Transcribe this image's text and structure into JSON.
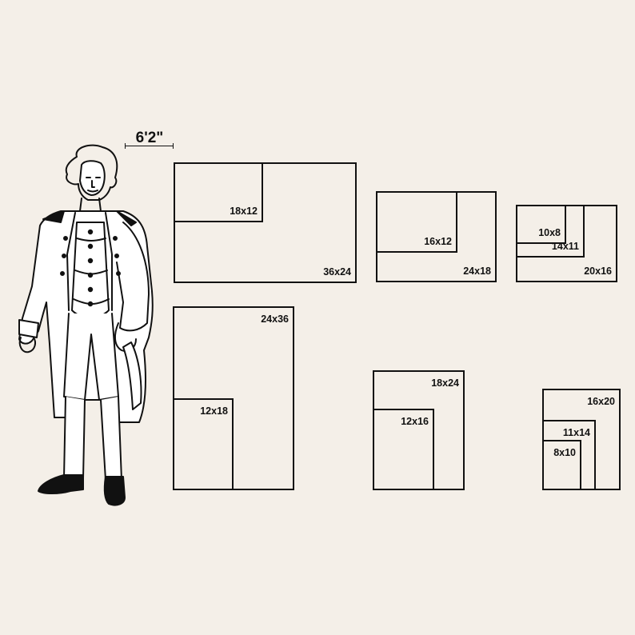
{
  "figure": {
    "height_label": "6'2\""
  },
  "groups": [
    {
      "name": "36x24",
      "frames": [
        {
          "label": "36x24",
          "label_pos": "bottom-right"
        },
        {
          "label": "18x12",
          "label_pos": "bottom-right"
        }
      ]
    },
    {
      "name": "24x18",
      "frames": [
        {
          "label": "24x18",
          "label_pos": "bottom-right"
        },
        {
          "label": "16x12",
          "label_pos": "bottom-right"
        }
      ]
    },
    {
      "name": "20x16",
      "frames": [
        {
          "label": "20x16",
          "label_pos": "bottom-right"
        },
        {
          "label": "14x11",
          "label_pos": "bottom-right"
        },
        {
          "label": "10x8",
          "label_pos": "bottom-right"
        }
      ]
    },
    {
      "name": "24x36",
      "frames": [
        {
          "label": "24x36",
          "label_pos": "top-right"
        },
        {
          "label": "12x18",
          "label_pos": "top-right"
        }
      ]
    },
    {
      "name": "18x24",
      "frames": [
        {
          "label": "18x24",
          "label_pos": "top-right"
        },
        {
          "label": "12x16",
          "label_pos": "top-right"
        }
      ]
    },
    {
      "name": "16x20",
      "frames": [
        {
          "label": "16x20",
          "label_pos": "top-right"
        },
        {
          "label": "11x14",
          "label_pos": "top-right"
        },
        {
          "label": "8x10",
          "label_pos": "top-right"
        }
      ]
    }
  ]
}
